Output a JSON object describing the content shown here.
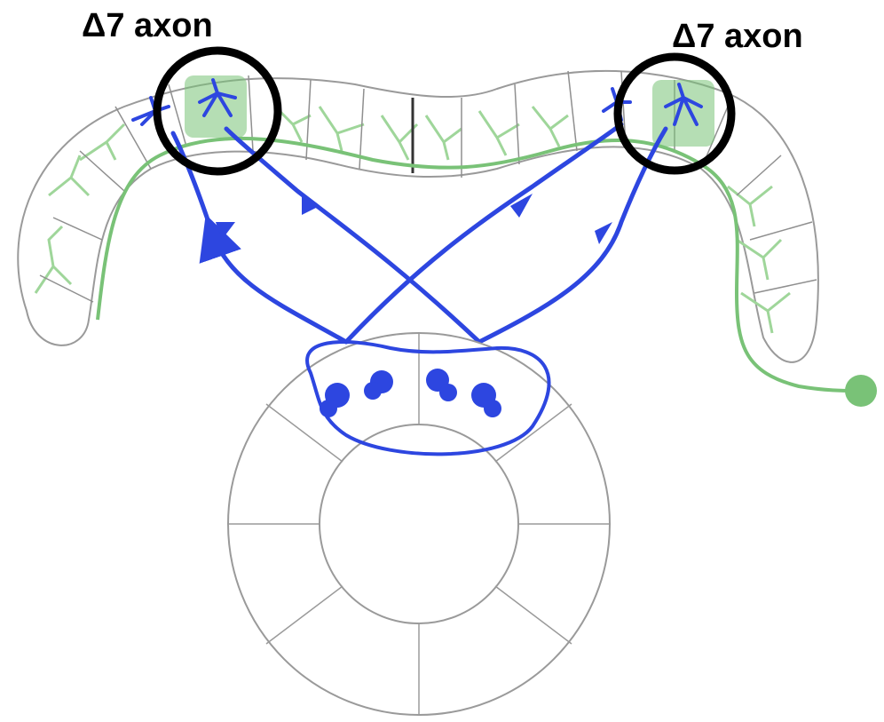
{
  "labels": {
    "left": "Δ7 axon",
    "right": "Δ7 axon"
  },
  "colors": {
    "axon_blue": "#2d46e0",
    "green_fill": "#c9e7c4",
    "green_line": "#79c277",
    "green_light": "#9fd69a",
    "outline_gray": "#9a9a9a",
    "circle_black": "#000000"
  },
  "glyphs": {
    "direction_marker": "arrowhead"
  }
}
